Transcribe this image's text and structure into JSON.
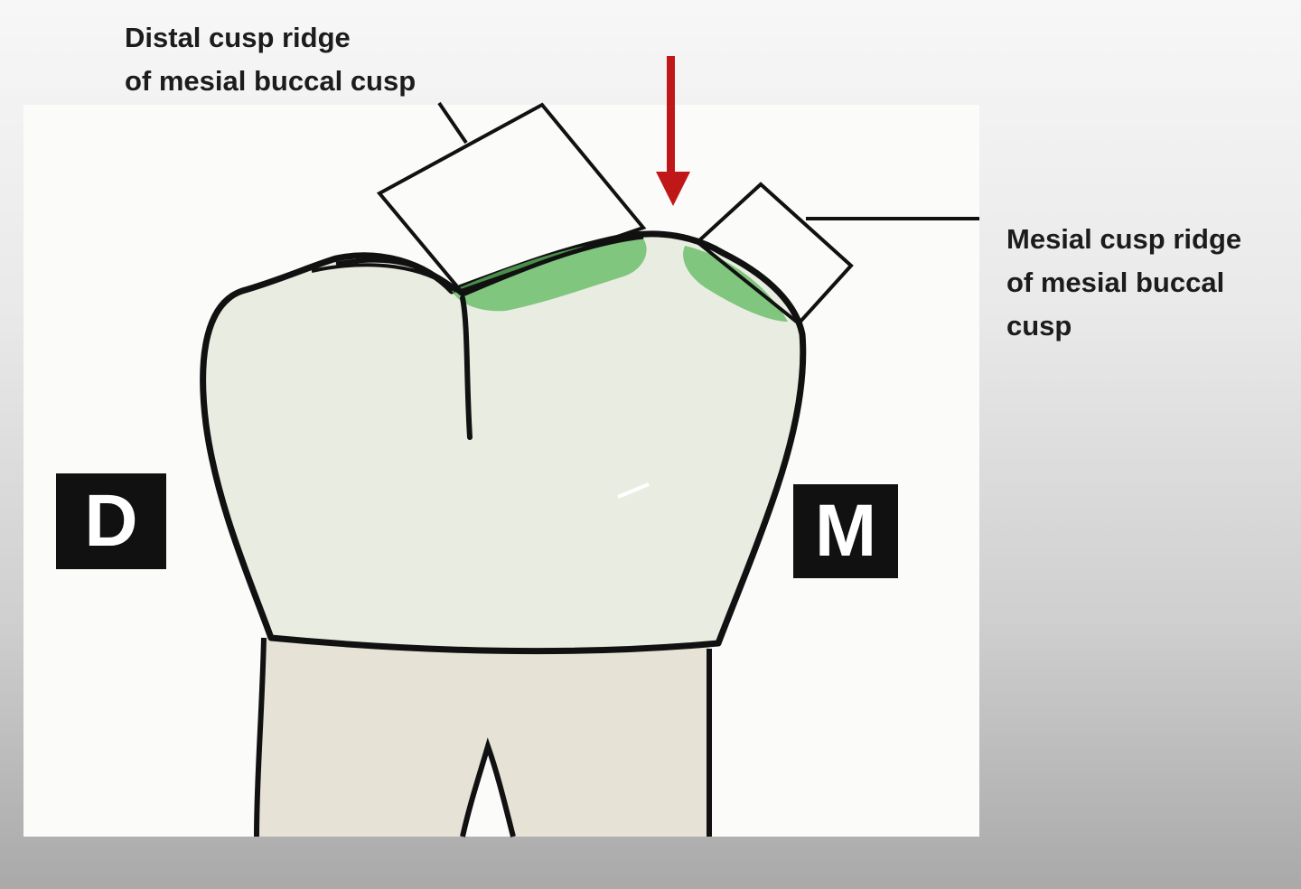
{
  "labels": {
    "distal_cusp_ridge": [
      "Distal cusp ridge",
      "of mesial buccal cusp"
    ],
    "mesial_cusp_ridge": [
      "Mesial cusp ridge",
      "of mesial buccal",
      "cusp"
    ]
  },
  "markers": {
    "distal": "D",
    "mesial": "M"
  },
  "colors": {
    "background_top": "#f7f7f7",
    "background_bottom": "#a9a9a9",
    "panel": "#fbfbf9",
    "crown_fill": "#e9ede1",
    "root_fill": "#e6e2d6",
    "outline": "#111111",
    "highlight_green": "#5cb85c",
    "arrow_red": "#c01818",
    "marker_bg": "#111111",
    "marker_text": "#ffffff"
  }
}
